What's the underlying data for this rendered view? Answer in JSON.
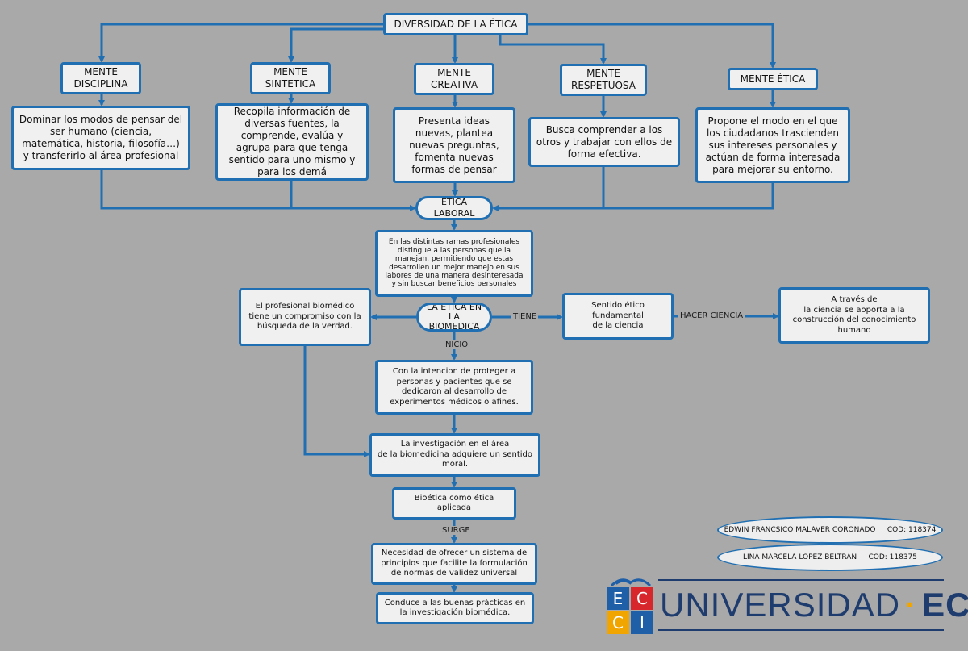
{
  "title": "DIVERSIDAD DE LA ÉTICA",
  "minds": [
    {
      "name": "MENTE\nDISCIPLINA",
      "description": "Dominar los modos de pensar del ser humano (ciencia, matemática, historia, filosofía…) y transferirlo al área profesional"
    },
    {
      "name": "MENTE\nSINTETICA",
      "description": "Recopila información de diversas fuentes, la comprende, evalúa y agrupa para que tenga sentido para uno mismo y para los demá"
    },
    {
      "name": "MENTE\nCREATIVA",
      "description": "Presenta ideas nuevas, plantea nuevas preguntas, fomenta nuevas formas de pensar"
    },
    {
      "name": "MENTE\nRESPETUOSA",
      "description": "Busca comprender a los otros y trabajar con ellos de forma efectiva."
    },
    {
      "name": "MENTE ÉTICA",
      "description": "Propone  el modo en el que los ciudadanos trascienden sus intereses personales y actúan de forma interesada para mejorar su entorno."
    }
  ],
  "etica_laboral": {
    "label": "ÉTICA LABORAL",
    "description": "En las distintas ramas profesionales distingue a las personas que la manejan, permitiendo que estas desarrollen un mejor manejo en sus labores de una manera desinteresada y sin buscar beneficios personales"
  },
  "biomedica": {
    "label": "LA ÉTICA EN LA\nBIOMEDICA",
    "left": "El profesional biomédico tiene un compromiso con la búsqueda de la verdad.",
    "tiene_label": "TIENE",
    "sentido": "Sentido ético\nfundamental\nde la ciencia",
    "hacer_label": "HACER CIENCIA",
    "ciencia": "A través de\nla ciencia se aoporta a la\nconstrucción del conocimiento\nhumano",
    "inicio_label": "INICIO"
  },
  "chain": [
    "Con la intencion de proteger a personas y pacientes  que se dedicaron al desarrollo de experimentos médicos o afines.",
    "La investigación en el área\nde la biomedicina adquiere un sentido moral.",
    "Bioética como ética\naplicada",
    "Necesidad de ofrecer un sistema de principios que facilite la formulación de normas de validez universal",
    "Conduce a las buenas prácticas en la investigación biomédica."
  ],
  "surge_label": "SURGE",
  "authors": [
    "EDWIN FRANCSICO MALAVER CORONADO     COD: 118374",
    "LINA MARCELA LOPEZ BELTRAN     COD: 118375"
  ],
  "logo": {
    "letters": [
      "E",
      "C",
      "C",
      "I"
    ],
    "word": "UNIVERSIDAD",
    "brand": "ECCI",
    "colors": {
      "tile_blue": "#1f5fa8",
      "tile_red": "#d8262d",
      "tile_yellow": "#f0a500",
      "text": "#1f3c6e"
    }
  },
  "colors": {
    "background": "#a9a9a9",
    "accent": "#1f6fb2",
    "node_fill": "#f0f0f0"
  }
}
